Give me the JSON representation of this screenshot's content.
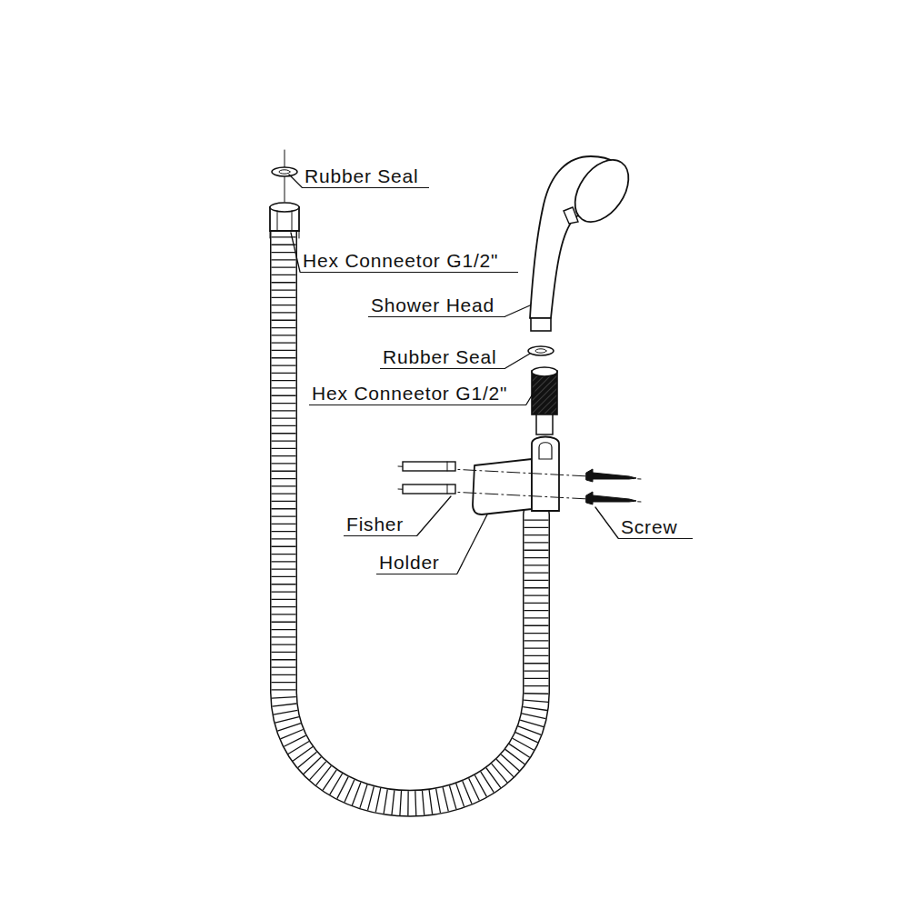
{
  "diagram": {
    "labels": [
      "Rubber Seal",
      "Hex Conneetor G1/2\"",
      "Shower Head",
      "Rubber Seal",
      "Hex Conneetor G1/2\"",
      "Fisher",
      "Holder",
      "Screw"
    ]
  }
}
